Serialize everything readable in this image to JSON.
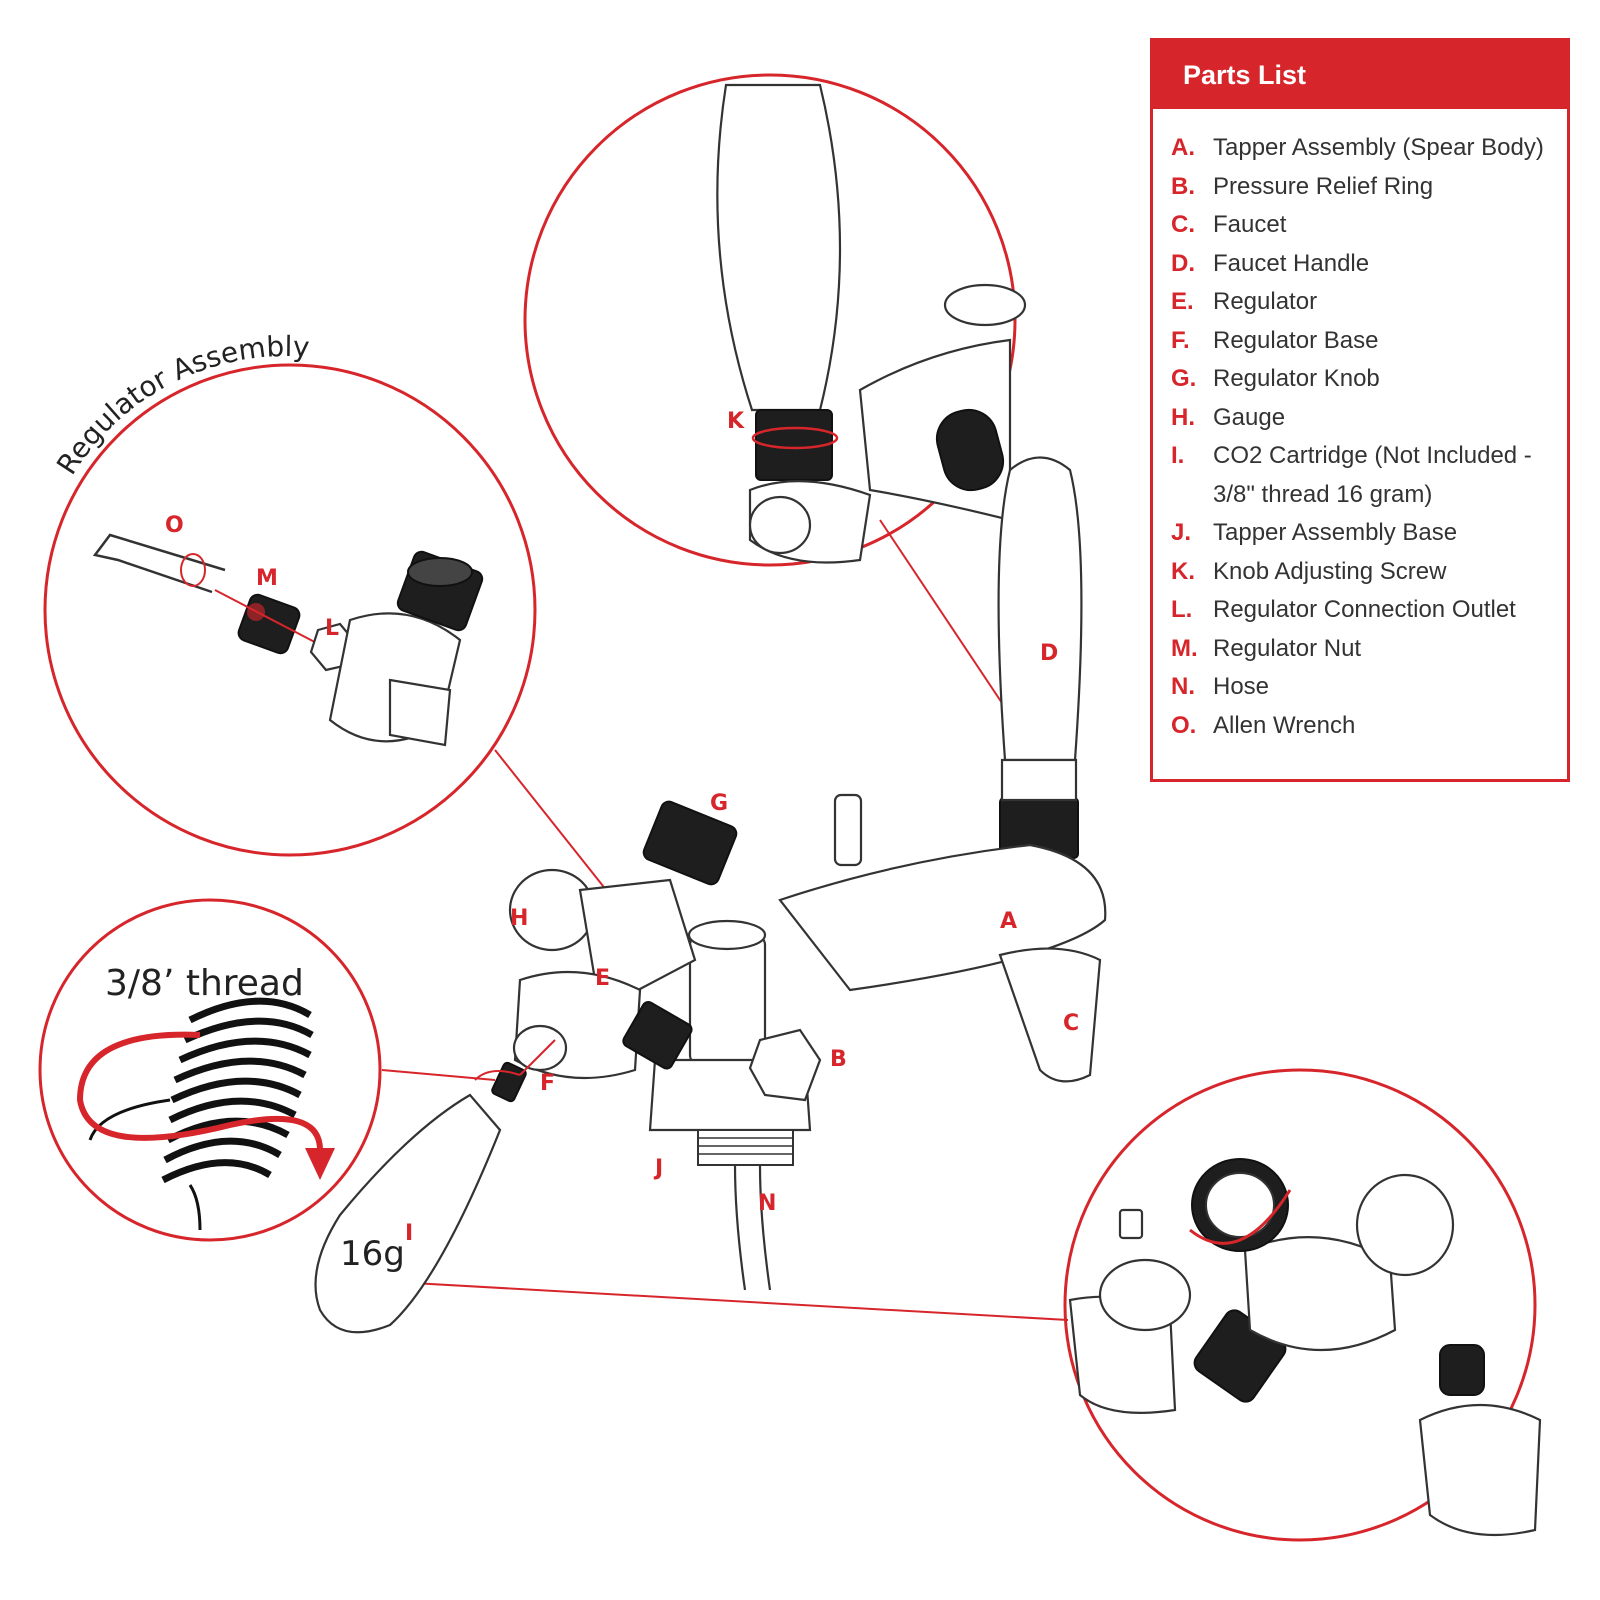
{
  "parts_list": {
    "title": "Parts List",
    "items": [
      {
        "letter": "A.",
        "text": "Tapper Assembly (Spear Body)"
      },
      {
        "letter": "B.",
        "text": "Pressure Relief Ring"
      },
      {
        "letter": "C.",
        "text": "Faucet"
      },
      {
        "letter": "D.",
        "text": "Faucet Handle"
      },
      {
        "letter": "E.",
        "text": "Regulator"
      },
      {
        "letter": "F.",
        "text": "Regulator Base"
      },
      {
        "letter": "G.",
        "text": "Regulator Knob"
      },
      {
        "letter": "H.",
        "text": "Gauge"
      },
      {
        "letter": "I.",
        "text": "CO2 Cartridge (Not Included -\n3/8\" thread 16 gram)"
      },
      {
        "letter": "J.",
        "text": "Tapper Assembly Base"
      },
      {
        "letter": "K.",
        "text": "Knob Adjusting Screw"
      },
      {
        "letter": "L.",
        "text": "Regulator Connection Outlet"
      },
      {
        "letter": "M.",
        "text": "Regulator Nut"
      },
      {
        "letter": "N.",
        "text": "Hose"
      },
      {
        "letter": "O.",
        "text": "Allen Wrench"
      }
    ]
  },
  "callouts": {
    "A": "A",
    "B": "B",
    "C": "C",
    "D": "D",
    "E": "E",
    "F": "F",
    "G": "G",
    "H": "H",
    "I": "I",
    "J": "J",
    "K": "K",
    "L": "L",
    "M": "M",
    "N": "N",
    "O": "O"
  },
  "detail_labels": {
    "regulator_assembly": "Regulator Assembly",
    "thread": "3/8’ thread",
    "cartridge_size": "16g"
  },
  "colors": {
    "accent": "#d7262b",
    "line_art": "#333333",
    "dark_parts": "#1e1e1e"
  }
}
